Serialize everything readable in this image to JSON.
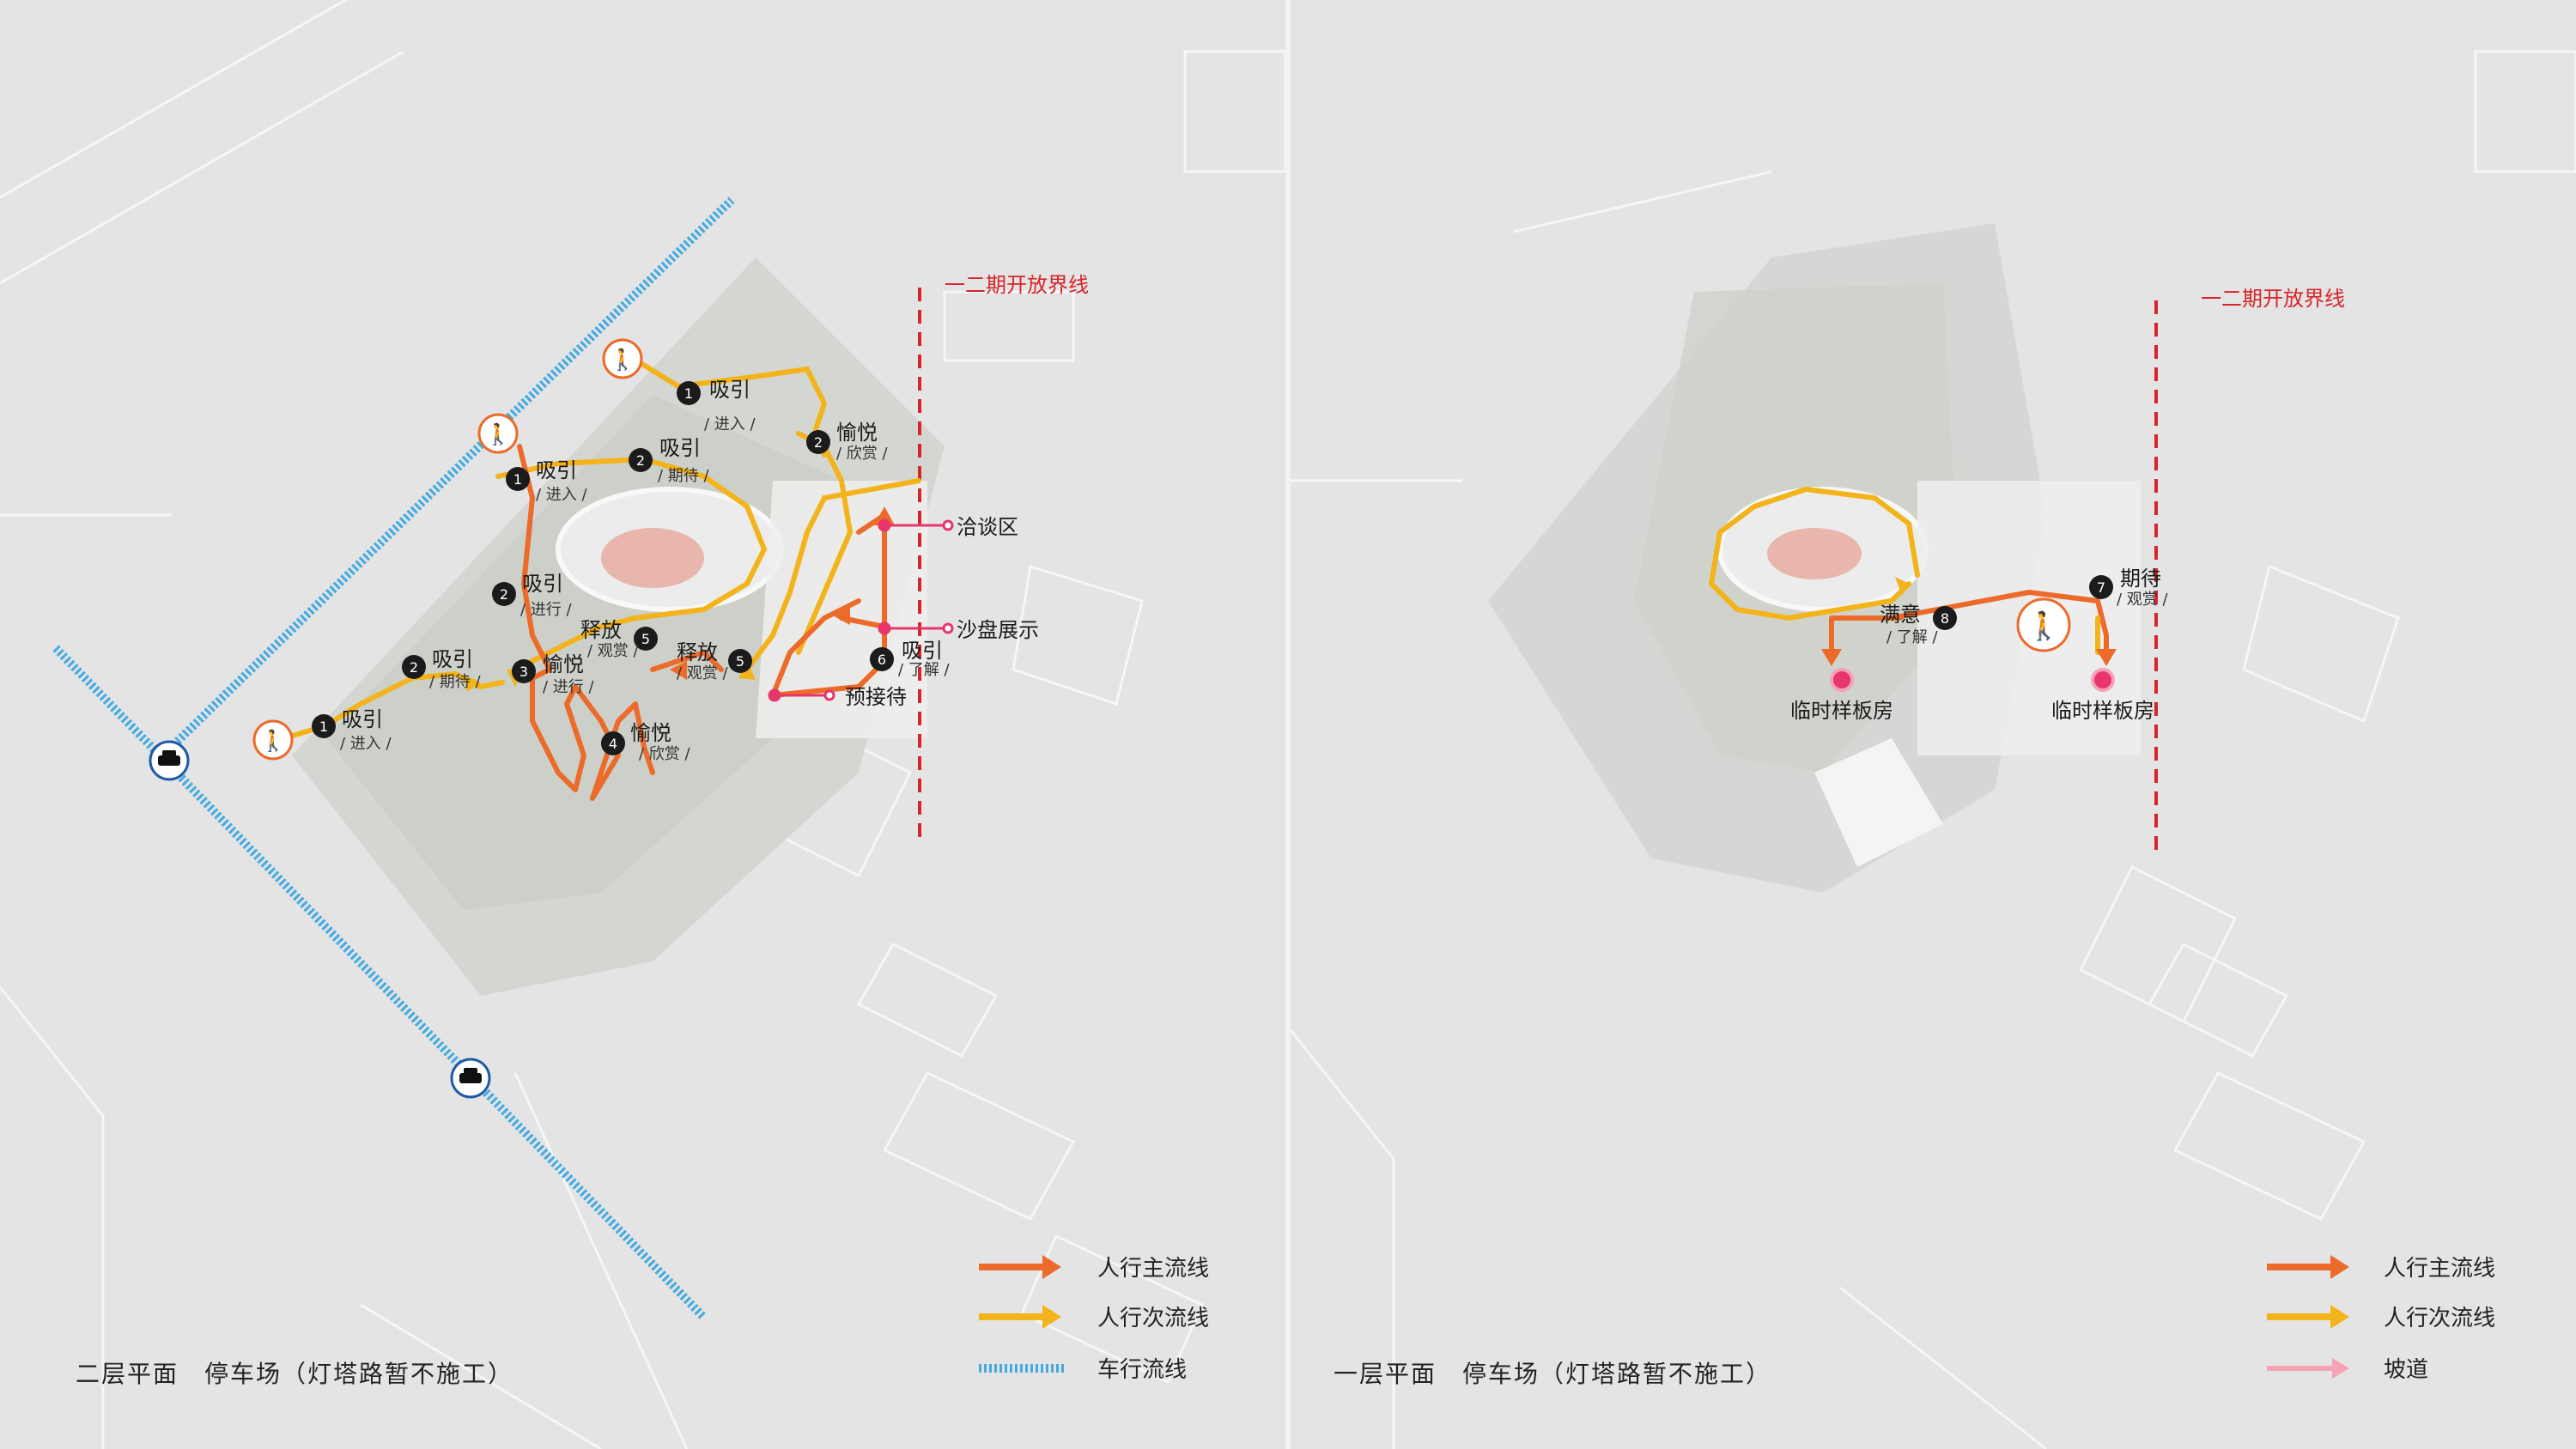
{
  "colors": {
    "primary_flow": "#ec6a2a",
    "secondary_flow": "#f3b31a",
    "vehicle_flow": "#45a9e3",
    "ramp": "#f4a2b6",
    "boundary": "#d8232a",
    "node": "#1b1b1b",
    "pink_point": "#e8356b"
  },
  "left": {
    "boundary_label": "一二期开放界线",
    "caption": "二层平面　停车场（灯塔路暂不施工）",
    "nodes": [
      {
        "num": "1",
        "title": "吸引",
        "sub": "/ 进入 /"
      },
      {
        "num": "1",
        "title": "吸引",
        "sub": "/ 进入 /"
      },
      {
        "num": "1",
        "title": "吸引",
        "sub": "/ 进入 /"
      },
      {
        "num": "2",
        "title": "吸引",
        "sub": "/ 期待 /"
      },
      {
        "num": "2",
        "title": "吸引",
        "sub": "/ 期待 /"
      },
      {
        "num": "2",
        "title": "吸引",
        "sub": "/ 进行 /"
      },
      {
        "num": "2",
        "title": "愉悦",
        "sub": "/ 欣赏 /"
      },
      {
        "num": "3",
        "title": "愉悦",
        "sub": "/ 进行 /"
      },
      {
        "num": "4",
        "title": "愉悦",
        "sub": "/ 欣赏 /"
      },
      {
        "num": "5",
        "title": "释放",
        "sub": "/ 观赏 /"
      },
      {
        "num": "5",
        "title": "释放",
        "sub": "/ 观赏 /"
      },
      {
        "num": "6",
        "title": "吸引",
        "sub": "/ 了解 /"
      }
    ],
    "callouts": {
      "negotiation": "洽谈区",
      "sandtable": "沙盘展示",
      "reception": "预接待"
    },
    "legend": [
      {
        "label": "人行主流线",
        "type": "primary"
      },
      {
        "label": "人行次流线",
        "type": "secondary"
      },
      {
        "label": "车行流线",
        "type": "vehicle"
      }
    ],
    "icons": [
      "pedestrian-icon",
      "car-icon"
    ]
  },
  "right": {
    "boundary_label": "一二期开放界线",
    "caption": "一层平面　停车场（灯塔路暂不施工）",
    "nodes": [
      {
        "num": "7",
        "title": "期待",
        "sub": "/ 观赏 /"
      },
      {
        "num": "8",
        "title": "满意",
        "sub": "/ 了解 /"
      }
    ],
    "points": [
      {
        "label": "临时样板房"
      },
      {
        "label": "临时样板房"
      }
    ],
    "legend": [
      {
        "label": "人行主流线",
        "type": "primary"
      },
      {
        "label": "人行次流线",
        "type": "secondary"
      },
      {
        "label": "坡道",
        "type": "ramp"
      }
    ]
  }
}
